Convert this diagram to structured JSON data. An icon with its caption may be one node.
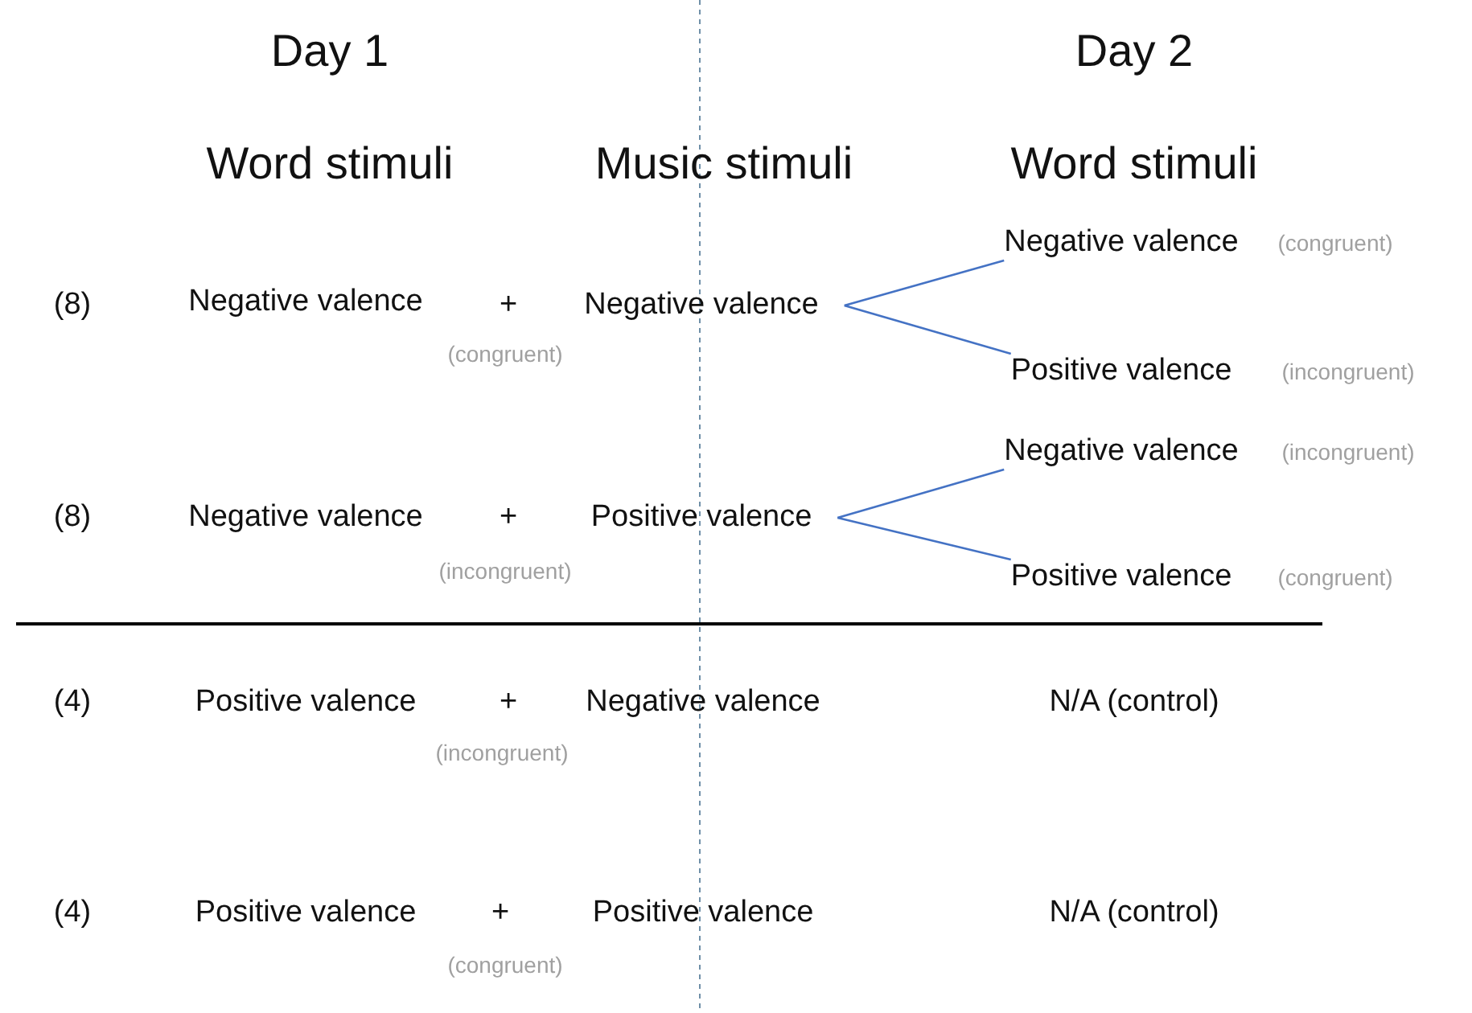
{
  "diagram": {
    "nodes": [
      {
        "text": [
          "Negative valence"
        ]
      },
      {
        "text": [
          "Negative valence"
        ],
        "beside": [
          "(congruent)"
        ]
      },
      {
        "text": [
          "Positive valence"
        ],
        "beside": [
          "(incongruent)"
        ]
      },
      {
        "text": [
          "Positive valence"
        ]
      },
      {
        "text": [
          "Negative valence"
        ],
        "beside": [
          "(incongruent)"
        ]
      },
      {
        "text": [
          "Positive valence"
        ],
        "beside": [
          "(congruent)"
        ]
      }
    ],
    "edges": [
      {
        "from": 0,
        "to": 1,
        "arrow": "none"
      },
      {
        "from": 0,
        "to": 2,
        "arrow": "none"
      },
      {
        "from": 3,
        "to": 4,
        "arrow": "none"
      },
      {
        "from": 3,
        "to": 5,
        "arrow": "none"
      }
    ],
    "labels": [
      "Day 1",
      "Day 2",
      "Word stimuli",
      "Music stimuli",
      "Word stimuli",
      "(8)",
      "Negative valence",
      "+",
      "(congruent)",
      "(8)",
      "Negative valence",
      "+",
      "(incongruent)",
      "(4)",
      "Positive valence",
      "+",
      "Negative valence",
      "N/A (control)",
      "(incongruent)",
      "(4)",
      "Positive valence",
      "+",
      "Positive valence",
      "N/A (control)",
      "(congruent)"
    ]
  }
}
